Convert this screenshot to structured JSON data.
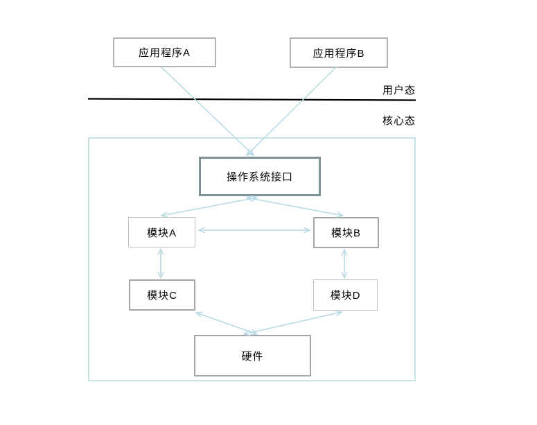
{
  "diagram": {
    "zones": {
      "user_mode_label": "用户态",
      "kernel_mode_label": "核心态"
    },
    "nodes": {
      "app_a": "应用程序A",
      "app_b": "应用程序B",
      "os_interface": "操作系统接口",
      "module_a": "模块A",
      "module_b": "模块B",
      "module_c": "模块C",
      "module_d": "模块D",
      "hardware": "硬件"
    },
    "edges": [
      {
        "from": "app_a",
        "to": "os_interface",
        "type": "one-way"
      },
      {
        "from": "app_b",
        "to": "os_interface",
        "type": "one-way"
      },
      {
        "from": "os_interface",
        "to": "module_a",
        "type": "two-way"
      },
      {
        "from": "os_interface",
        "to": "module_b",
        "type": "two-way"
      },
      {
        "from": "module_a",
        "to": "module_b",
        "type": "two-way"
      },
      {
        "from": "module_a",
        "to": "module_c",
        "type": "two-way"
      },
      {
        "from": "module_b",
        "to": "module_d",
        "type": "two-way"
      },
      {
        "from": "module_c",
        "to": "hardware",
        "type": "two-way"
      },
      {
        "from": "module_d",
        "to": "hardware",
        "type": "two-way"
      }
    ],
    "colors": {
      "arrow": "#b7d9e3",
      "container_border": "#c9e3e5",
      "divider": "#000000",
      "os_box_border": "#7e9298",
      "box_border_light": "#c2c2c2",
      "box_border_medium": "#a6a6a6",
      "app_box_border": "#b3b3b3",
      "text": "#000000",
      "background": "#ffffff"
    }
  }
}
